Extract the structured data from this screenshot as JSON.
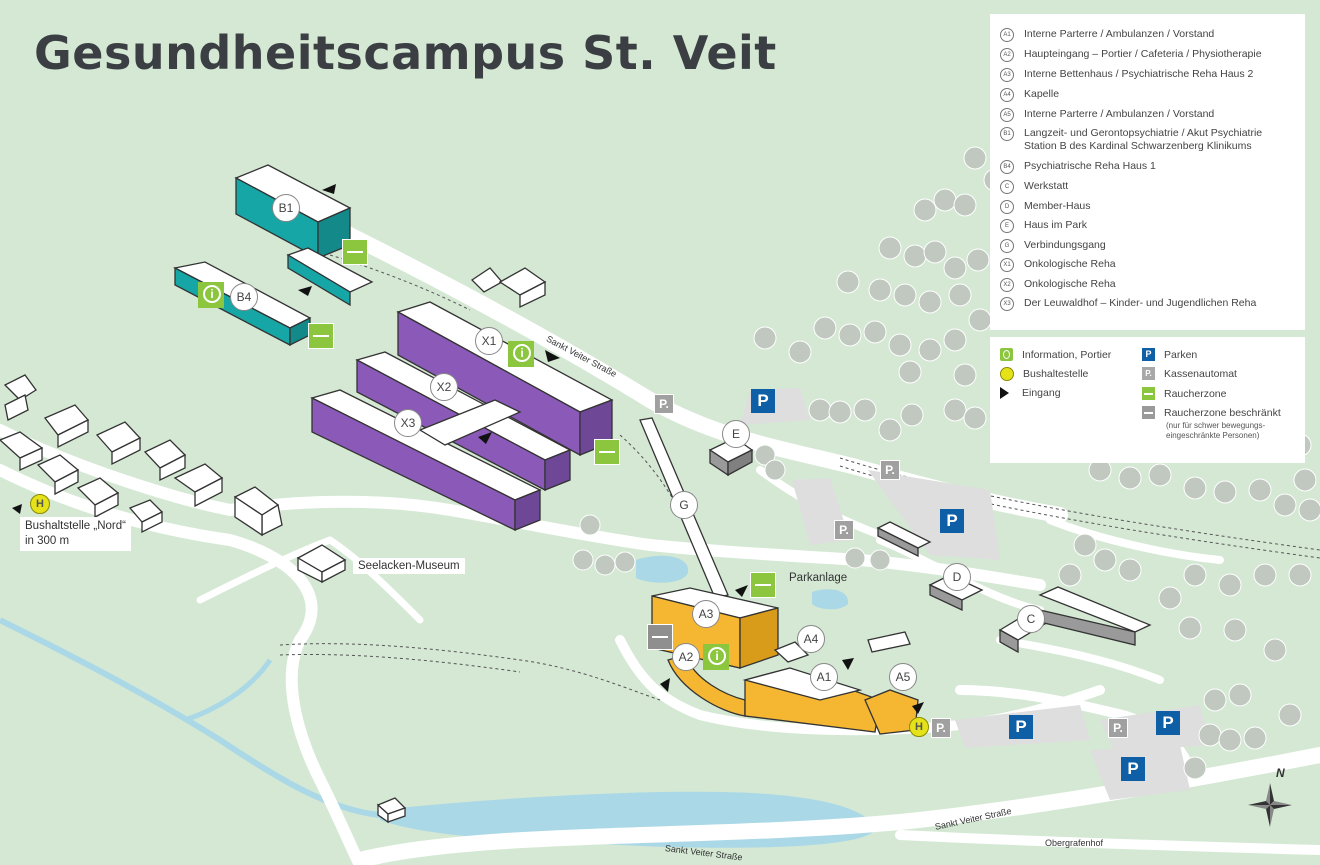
{
  "title": "Gesundheitscampus St. Veit",
  "legend_buildings": [
    {
      "code": "A1",
      "text": "Interne Parterre / Ambulanzen / Vorstand"
    },
    {
      "code": "A2",
      "text": "Haupteingang – Portier / Cafeteria / Physiotherapie"
    },
    {
      "code": "A3",
      "text": "Interne Bettenhaus / Psychiatrische Reha Haus 2"
    },
    {
      "code": "A4",
      "text": "Kapelle"
    },
    {
      "code": "A5",
      "text": "Interne Parterre / Ambulanzen / Vorstand"
    },
    {
      "code": "B1",
      "text": "Langzeit- und Gerontopsychiatrie / Akut Psychiatrie Station B des Kardinal Schwarzenberg Klinikums"
    },
    {
      "code": "B4",
      "text": "Psychiatrische Reha Haus 1"
    },
    {
      "code": "C",
      "text": "Werkstatt"
    },
    {
      "code": "D",
      "text": "Member-Haus"
    },
    {
      "code": "E",
      "text": "Haus im Park"
    },
    {
      "code": "G",
      "text": "Verbindungsgang"
    },
    {
      "code": "X1",
      "text": "Onkologische Reha"
    },
    {
      "code": "X2",
      "text": "Onkologische Reha"
    },
    {
      "code": "X3",
      "text": "Der Leuwaldhof – Kinder- und Jugendlichen Reha"
    }
  ],
  "legend_symbols": {
    "info": "Information, Portier",
    "bus": "Bushaltestelle",
    "entrance": "Eingang",
    "parking": "Parken",
    "kasse": "Kassenautomat",
    "smoking": "Raucherzone",
    "smoking_restricted": "Raucherzone beschränkt",
    "smoking_restricted_note": "(nur für schwer bewegungs-eingeschränkte Personen)"
  },
  "symbol_glyphs": {
    "parking": "P",
    "kasse": "P.",
    "bus": "H",
    "info": "i",
    "north": "N"
  },
  "map_labels": {
    "bus_stop": "Bushaltstelle „Nord“",
    "bus_stop_distance": "in 300 m",
    "museum": "Seelacken-Museum",
    "park": "Parkanlage",
    "street_1": "Sankt Veiter Straße",
    "street_2": "Sankt Veiter Straße",
    "street_3": "Sankt Veiter Straße",
    "place": "Obergrafenhof"
  },
  "building_codes": {
    "B1": "B1",
    "B4": "B4",
    "X1": "X1",
    "X2": "X2",
    "X3": "X3",
    "A1": "A1",
    "A2": "A2",
    "A3": "A3",
    "A4": "A4",
    "A5": "A5",
    "C": "C",
    "D": "D",
    "E": "E",
    "G": "G"
  },
  "colors": {
    "background": "#d4e8d4",
    "road": "#ffffff",
    "water": "#aad8e6",
    "teal_buildings": "#16a6a6",
    "purple_buildings": "#8b5ab8",
    "yellow_buildings": "#f5b731",
    "grey_buildings": "#9a9a9a",
    "parking": "#0e5fa6",
    "info_green": "#8cc63f",
    "bus_yellow": "#e6e21a"
  }
}
